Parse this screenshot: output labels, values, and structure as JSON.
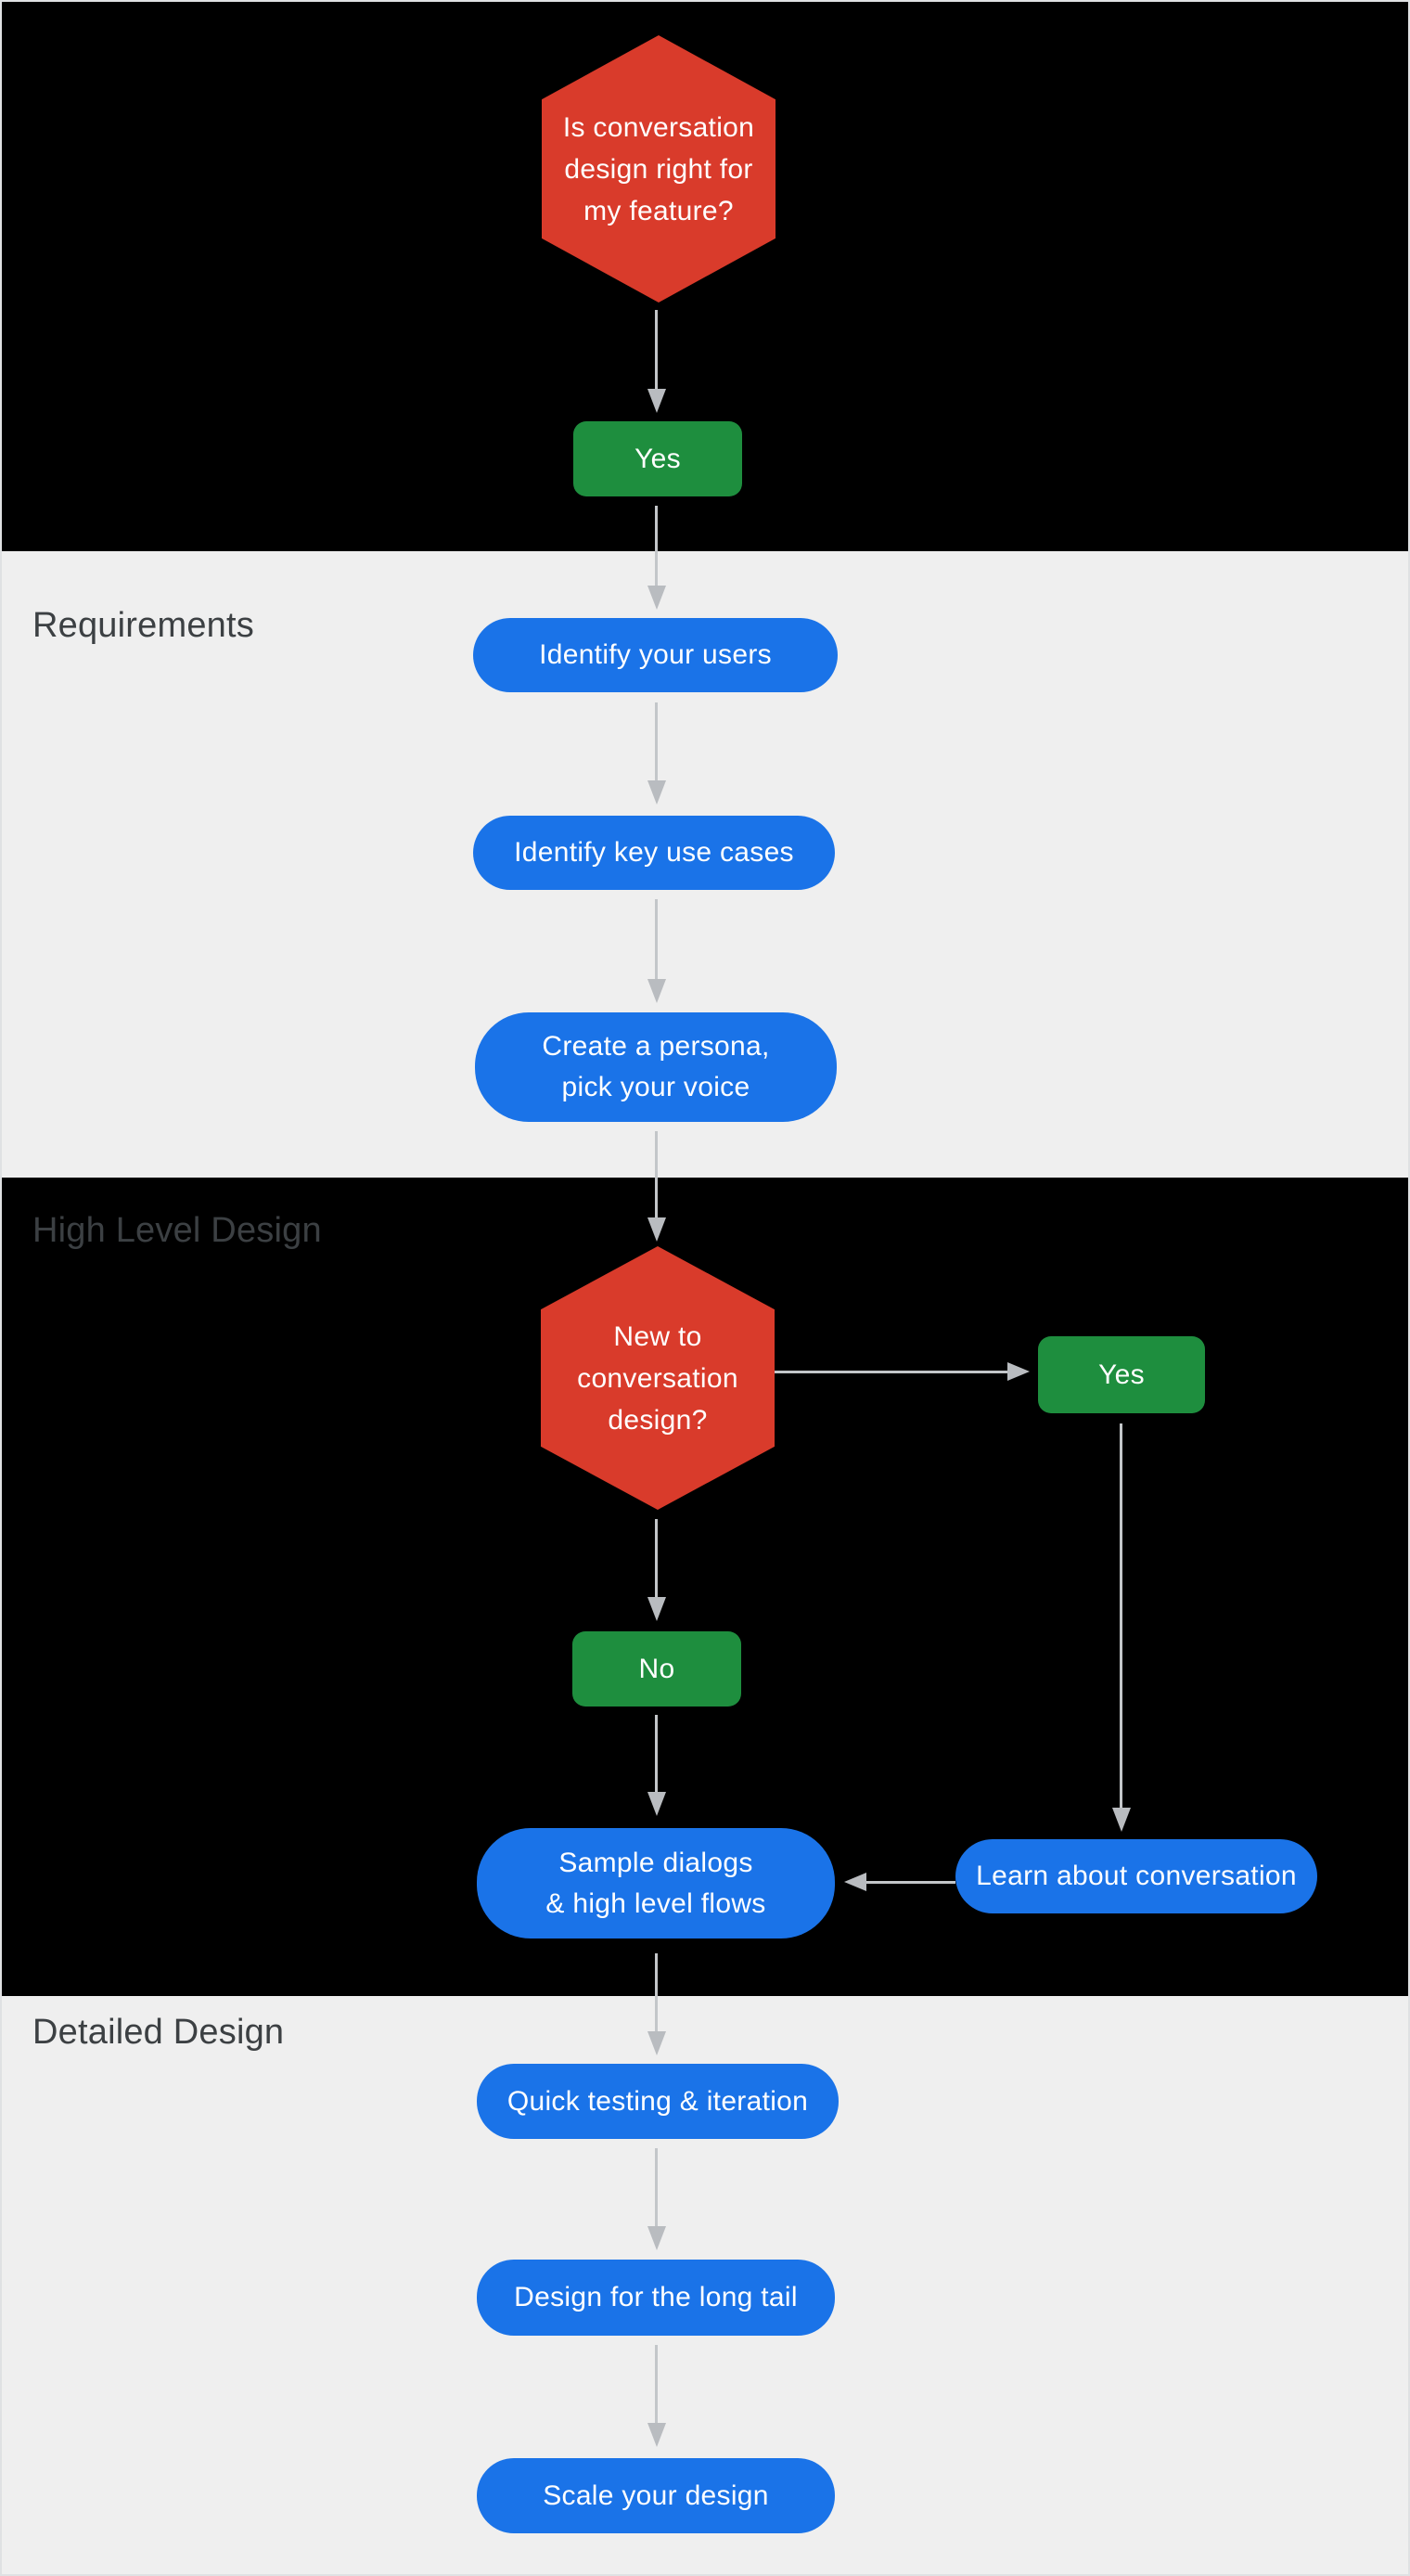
{
  "colors": {
    "decision_red": "#d93b2b",
    "action_blue": "#1a73e8",
    "answer_green": "#1e8e3e",
    "arrow_gray": "#c3c6c9",
    "section_black": "#000000",
    "section_light": "#efefef",
    "label_gray": "#3c4043",
    "node_text": "#ffffff"
  },
  "sections": [
    {
      "id": "intro",
      "label": ""
    },
    {
      "id": "requirements",
      "label": "Requirements"
    },
    {
      "id": "high_level_design",
      "label": "High Level Design"
    },
    {
      "id": "detailed_design",
      "label": "Detailed Design"
    }
  ],
  "nodes": {
    "decision_fit": {
      "line1": "Is conversation",
      "line2": "design right for",
      "line3": "my feature?"
    },
    "decision_fit_yes": "Yes",
    "identify_users": "Identify your users",
    "identify_key_use_cases": "Identify key use cases",
    "create_persona": {
      "line1": "Create a persona,",
      "line2": "pick your voice"
    },
    "decision_new": {
      "line1": "New to",
      "line2": "conversation",
      "line3": "design?"
    },
    "decision_new_yes": "Yes",
    "decision_new_no": "No",
    "sample_dialogs": {
      "line1": "Sample dialogs",
      "line2": "& high level flows"
    },
    "learn_about_conversation": "Learn about conversation",
    "quick_testing": "Quick testing & iteration",
    "design_long_tail": "Design for the long tail",
    "scale_your_design": "Scale your design"
  }
}
